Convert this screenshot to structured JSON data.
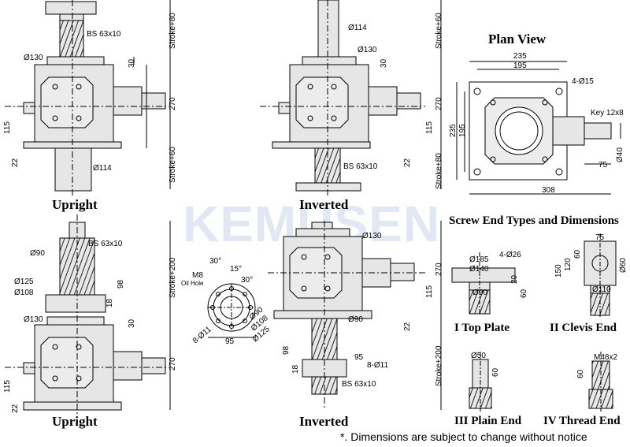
{
  "watermark": "KEMUSEN",
  "labels": {
    "upright_top": "Upright",
    "inverted_top": "Inverted",
    "plan_view": "Plan View",
    "screw_end_title": "Screw End Types and Dimensions",
    "upright_bottom": "Upright",
    "inverted_bottom": "Inverted",
    "top_plate": "I  Top Plate",
    "clevis_end": "II  Clevis End",
    "plain_end": "III  Plain End",
    "thread_end": "IV  Thread End"
  },
  "note": "*. Dimensions are subject to change without notice",
  "dimensions": {
    "ul_bs": "BS 63x10",
    "ul_d130": "Ø130",
    "ul_30": "30",
    "ul_stroke": "Stroke+80",
    "ul_270": "270",
    "ul_115": "115",
    "ul_22": "22",
    "ul_d114": "Ø114",
    "ul_stroke2": "Stroke+60",
    "ui_d114": "Ø114",
    "ui_d130": "Ø130",
    "ui_30": "30",
    "ui_stroke": "Stroke+60",
    "ui_270": "270",
    "ui_115": "115",
    "ui_bs": "BS 63x10",
    "ui_22": "22",
    "ui_stroke2": "Stroke+80",
    "pv_235": "235",
    "pv_195": "195",
    "pv_hole": "4-Ø15",
    "pv_key": "Key 12x8",
    "pv_235v": "235",
    "pv_195v": "195",
    "pv_d40": "Ø40",
    "pv_75": "75",
    "pv_308": "308",
    "ll_bs": "BS 63x10",
    "ll_d90": "Ø90",
    "ll_d125": "Ø125",
    "ll_d108": "Ø108",
    "ll_98": "98",
    "ll_18": "18",
    "ll_d130": "Ø130",
    "ll_30": "30",
    "ll_stroke": "Stroke+200",
    "ll_270": "270",
    "ll_115": "115",
    "ll_22": "22",
    "fl_30a": "30°",
    "fl_15": "15°",
    "fl_30b": "30°",
    "fl_m8": "M8",
    "fl_oil": "Oil Hole",
    "fl_holes": "8-Ø11",
    "fl_95": "95",
    "fl_d90": "Ø90",
    "fl_d108": "Ø108",
    "fl_d125": "Ø125",
    "li_d130": "Ø130",
    "li_270": "270",
    "li_115": "115",
    "li_d90": "Ø90",
    "li_22": "22",
    "li_98": "98",
    "li_18": "18",
    "li_95": "95",
    "li_holes": "8-Ø11",
    "li_bs": "BS 63x10",
    "li_stroke": "Stroke+200",
    "tp_d185": "Ø185",
    "tp_holes": "4-Ø26",
    "tp_d140": "Ø140",
    "tp_20": "20",
    "tp_60": "60",
    "tp_d90": "Ø90",
    "ce_75": "75",
    "ce_120": "120",
    "ce_60": "60",
    "ce_150": "150",
    "ce_d60": "Ø60",
    "ce_d110": "Ø110",
    "pe_d50": "Ø50",
    "pe_60": "60",
    "te_m48": "M48x2",
    "te_60": "60"
  }
}
